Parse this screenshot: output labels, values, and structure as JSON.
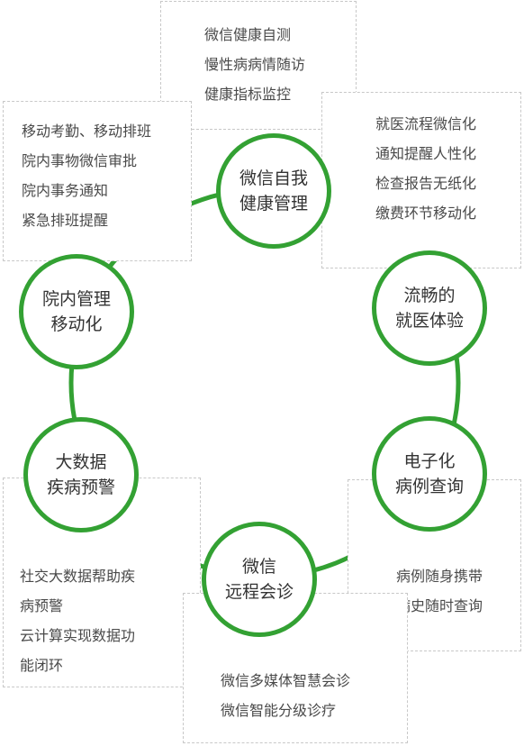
{
  "colors": {
    "ring": "#33a133",
    "node_border": "#33a133",
    "box_border": "#c8c8c8",
    "text": "#4a4a4a"
  },
  "nodes": {
    "top": {
      "line1": "微信自我",
      "line2": "健康管理"
    },
    "right_top": {
      "line1": "流畅的",
      "line2": "就医体验"
    },
    "right_bottom": {
      "line1": "电子化",
      "line2": "病例查询"
    },
    "bottom": {
      "line1": "微信",
      "line2": "远程会诊"
    },
    "left_bottom": {
      "line1": "大数据",
      "line2": "疾病预警"
    },
    "left_top": {
      "line1": "院内管理",
      "line2": "移动化"
    }
  },
  "boxes": {
    "top": [
      "微信健康自测",
      "慢性病病情随访",
      "健康指标监控"
    ],
    "right_top": [
      "就医流程微信化",
      "通知提醒人性化",
      "检查报告无纸化",
      "缴费环节移动化"
    ],
    "right_bottom": [
      "病例随身携带",
      "病史随时查询"
    ],
    "bottom": [
      "微信多媒体智慧会诊",
      "微信智能分级诊疗"
    ],
    "left_bottom": [
      "社交大数据帮助疾",
      "病预警",
      "云计算实现数据功",
      "能闭环"
    ],
    "left_top": [
      "移动考勤、移动排班",
      "院内事物微信审批",
      "院内事务通知",
      "紧急排班提醒"
    ]
  }
}
